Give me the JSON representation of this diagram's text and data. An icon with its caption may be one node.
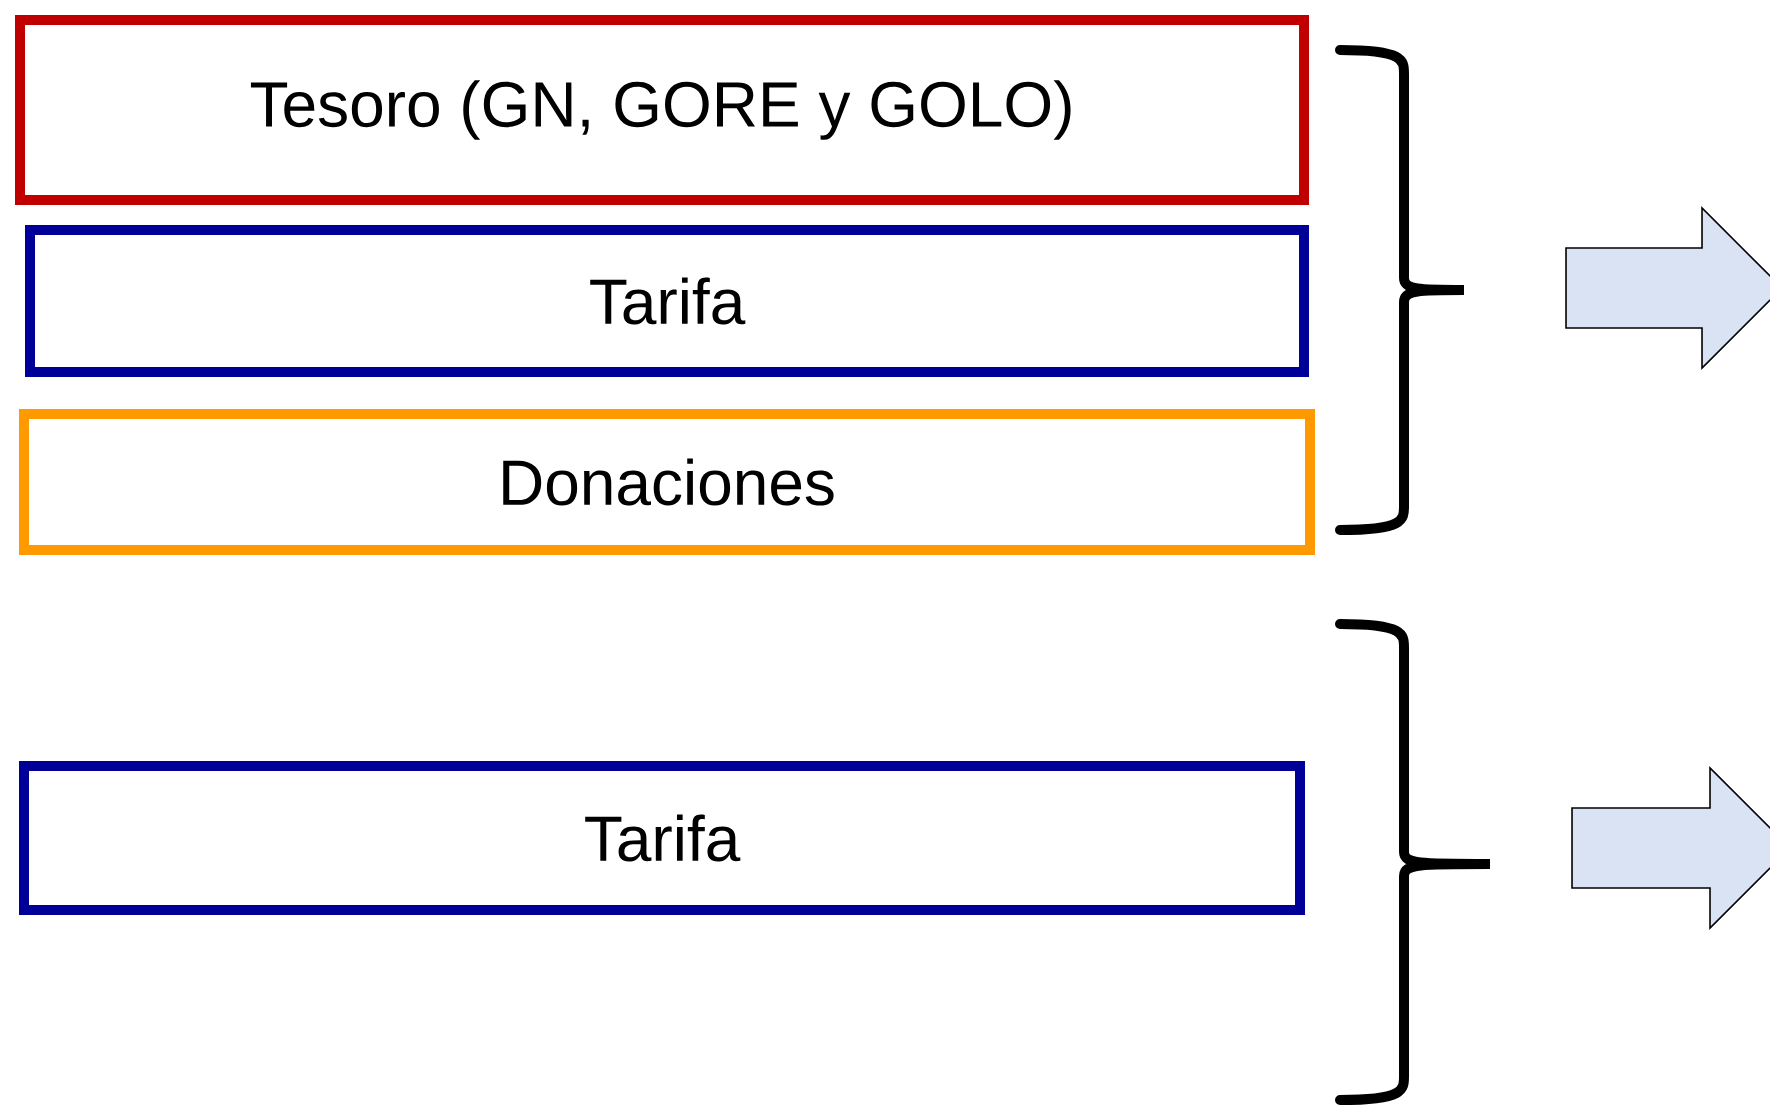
{
  "diagram": {
    "nodes": [
      {
        "text": [
          "Tesoro (GN, GORE y GOLO)"
        ]
      },
      {
        "text": [
          "Tarifa"
        ]
      },
      {
        "text": [
          "Donaciones"
        ]
      },
      {
        "text": [
          "Tarifa"
        ]
      }
    ]
  }
}
